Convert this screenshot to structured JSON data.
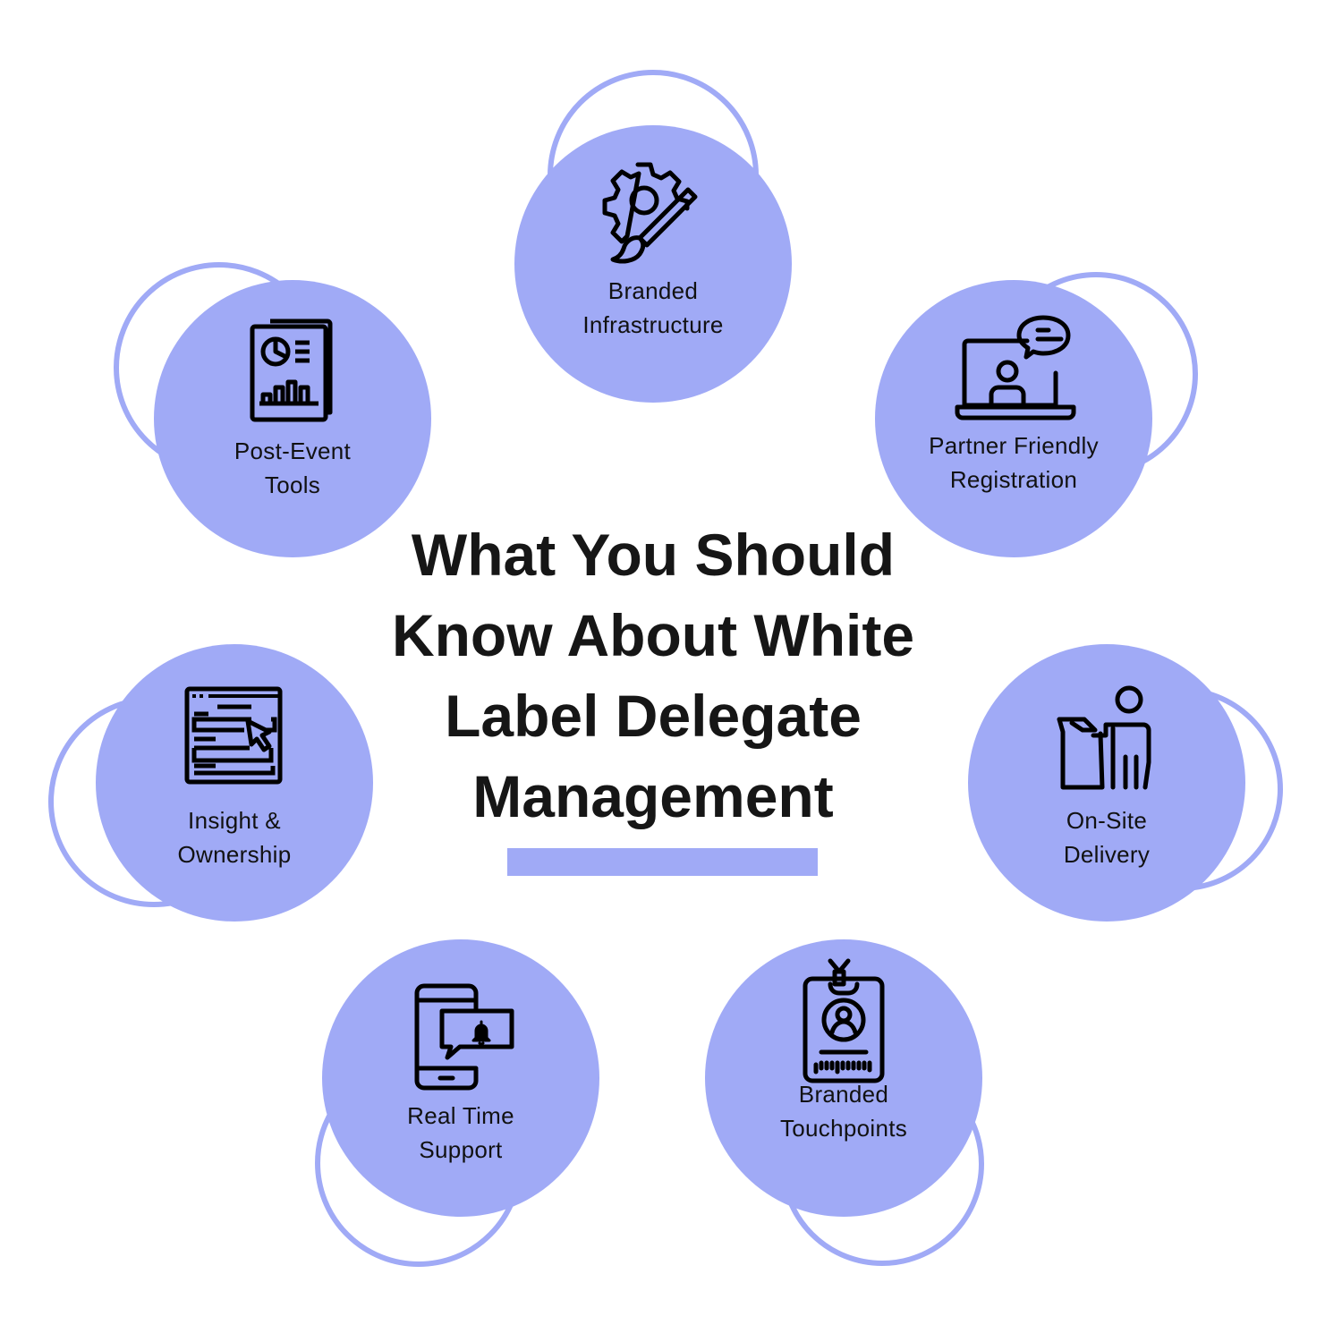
{
  "title": {
    "lines": [
      "What You Should",
      "Know About White",
      "Label Delegate",
      "Management"
    ]
  },
  "colors": {
    "accent": "#a0aaf6",
    "text": "#161616",
    "background": "#ffffff"
  },
  "nodes": [
    {
      "id": "branded-infrastructure",
      "lines": [
        "Branded",
        "Infrastructure"
      ],
      "icon": "gear-paintbrush-icon"
    },
    {
      "id": "partner-friendly-registration",
      "lines": [
        "Partner Friendly",
        "Registration"
      ],
      "icon": "laptop-user-chat-icon"
    },
    {
      "id": "on-site-delivery",
      "lines": [
        "On-Site",
        "Delivery"
      ],
      "icon": "person-kiosk-icon"
    },
    {
      "id": "branded-touchpoints",
      "lines": [
        "Branded",
        "Touchpoints"
      ],
      "icon": "id-badge-icon"
    },
    {
      "id": "real-time-support",
      "lines": [
        "Real Time",
        "Support"
      ],
      "icon": "phone-notification-icon"
    },
    {
      "id": "insight-ownership",
      "lines": [
        "Insight &",
        "Ownership"
      ],
      "icon": "browser-form-cursor-icon"
    },
    {
      "id": "post-event-tools",
      "lines": [
        "Post-Event",
        "Tools"
      ],
      "icon": "report-chart-icon"
    }
  ]
}
